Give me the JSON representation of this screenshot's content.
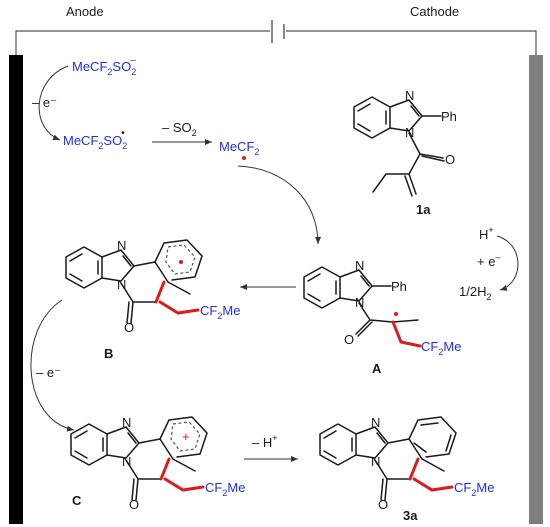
{
  "electrodes": {
    "anode": "Anode",
    "cathode": "Cathode",
    "anode_color": "#000000",
    "cathode_color": "#808080"
  },
  "species": {
    "sulfinate": {
      "a": "MeCF",
      "sub2": "2",
      "b": "SO",
      "sub3": "2",
      "sup": "–"
    },
    "sulfonyl_radical": {
      "a": "MeCF",
      "sub2": "2",
      "b": "SO",
      "sub3": "2",
      "sup": "•"
    },
    "cf2_radical": {
      "a": "MeCF",
      "sub": "2"
    },
    "substituent_ph": "Ph",
    "cf2me_label": {
      "a": "CF",
      "sub": "2",
      "b": "Me"
    },
    "methyl_label": "",
    "oxygen": "O",
    "nitrogen": "N"
  },
  "steps": {
    "oxidation_1": "– e⁻",
    "so2_loss": {
      "a": "– SO",
      "sub": "2"
    },
    "oxidation_2": "– e⁻",
    "deprotonation": {
      "a": "– H",
      "sup": "+"
    },
    "cathode_hplus": {
      "a": "H",
      "sup": "+"
    },
    "cathode_e": {
      "a": "+ e",
      "sup": "–"
    },
    "cathode_h2": {
      "a": "1/2H",
      "sub": "2"
    }
  },
  "labels": {
    "substrate": "1a",
    "intermediate_a": "A",
    "intermediate_b": "B",
    "intermediate_c": "C",
    "product": "3a"
  },
  "colors": {
    "reagent_blue": "#1f2fe0",
    "radical_red": "#e01a1a",
    "bond_black": "#1a1a1a"
  }
}
